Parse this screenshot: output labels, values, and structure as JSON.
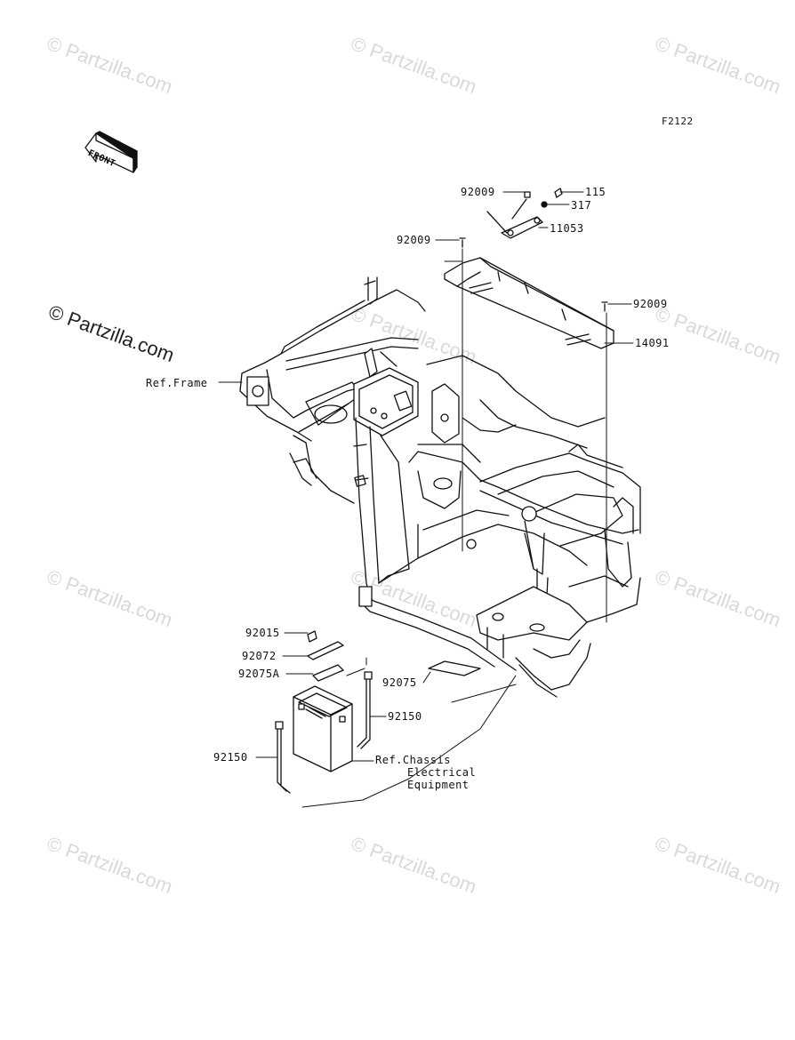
{
  "diagram": {
    "figure_code": "F2122",
    "front_arrow_label": "FRONT",
    "watermark": "© Partzilla.com",
    "callouts": {
      "p92009_top": "92009",
      "p115": "115",
      "p317": "317",
      "p11053": "11053",
      "p92009_mid": "92009",
      "p92009_right": "92009",
      "p14091": "14091",
      "ref_frame": "Ref.Frame",
      "p92015": "92015",
      "p92072": "92072",
      "p92075A": "92075A",
      "p92075": "92075",
      "p92150_right": "92150",
      "p92150_left": "92150",
      "ref_chassis_1": "Ref.Chassis",
      "ref_chassis_2": "Electrical",
      "ref_chassis_3": "Equipment"
    }
  }
}
